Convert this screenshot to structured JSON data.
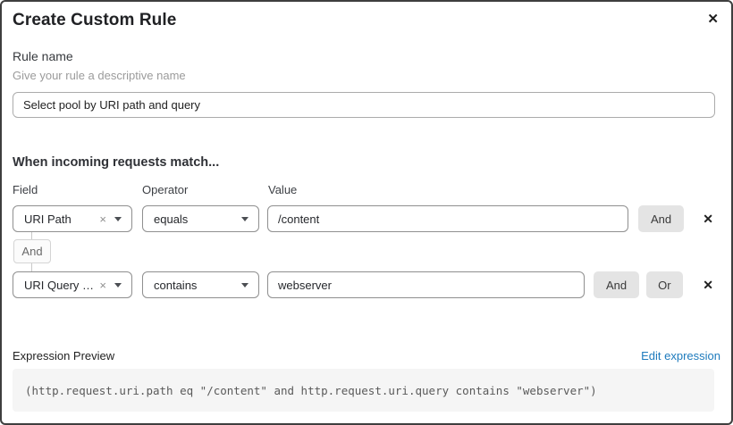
{
  "dialog": {
    "title": "Create Custom Rule"
  },
  "icons": {
    "close": "✕",
    "delete_row": "✕",
    "clear_selection": "×"
  },
  "rule_name": {
    "label": "Rule name",
    "helper": "Give your rule a descriptive name",
    "value": "Select pool by URI path and query"
  },
  "match_section": {
    "heading": "When incoming requests match...",
    "columns": {
      "field": "Field",
      "operator": "Operator",
      "value": "Value"
    },
    "rows": [
      {
        "field": "URI Path",
        "operator": "equals",
        "value": "/content",
        "and_label": "And"
      },
      {
        "field": "URI Query St...",
        "operator": "contains",
        "value": "webserver",
        "and_label": "And",
        "or_label": "Or"
      }
    ],
    "connector_label": "And"
  },
  "expression_preview": {
    "label": "Expression Preview",
    "edit_link": "Edit expression",
    "expression": "(http.request.uri.path eq \"/content\" and http.request.uri.query contains \"webserver\")"
  },
  "colors": {
    "link_blue": "#1e7bbd",
    "button_gray": "#e4e4e4",
    "code_background": "#f5f5f5",
    "border_gray": "#8f8f8f"
  }
}
